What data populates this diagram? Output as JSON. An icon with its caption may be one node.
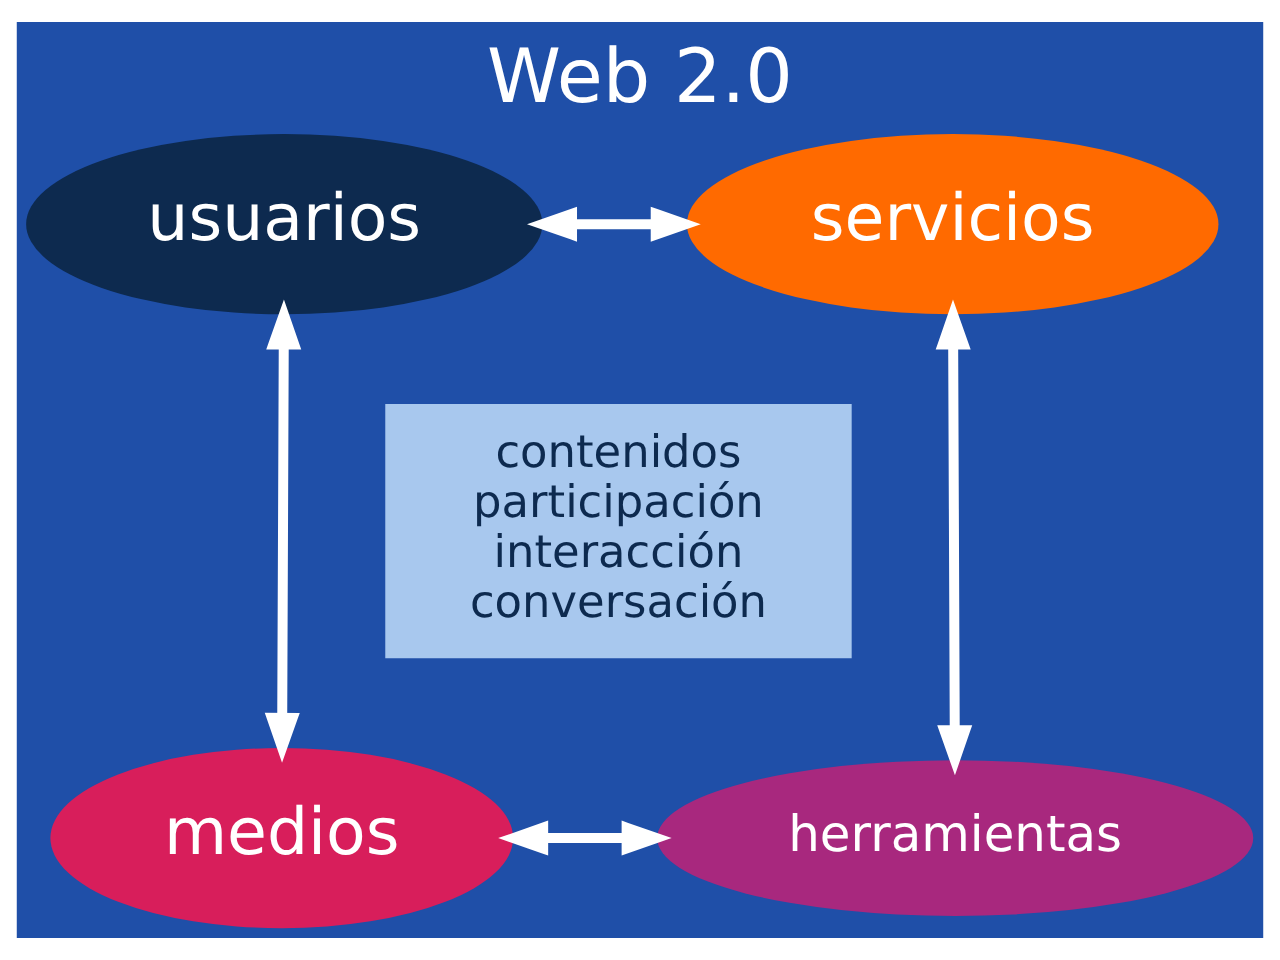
{
  "diagram": {
    "title": "Web 2.0",
    "nodes": [
      {
        "text": [
          "usuarios"
        ]
      },
      {
        "text": [
          "servicios"
        ]
      },
      {
        "text": [
          "contenidos participación interacción conversación"
        ]
      },
      {
        "text": [
          "medios"
        ]
      },
      {
        "text": [
          "herramientas"
        ]
      }
    ],
    "edges": [
      {
        "from": 0,
        "to": 1,
        "arrow": "both"
      },
      {
        "from": 0,
        "to": 3,
        "arrow": "both"
      },
      {
        "from": 1,
        "to": 4,
        "arrow": "both"
      },
      {
        "from": 3,
        "to": 4,
        "arrow": "both"
      }
    ]
  }
}
